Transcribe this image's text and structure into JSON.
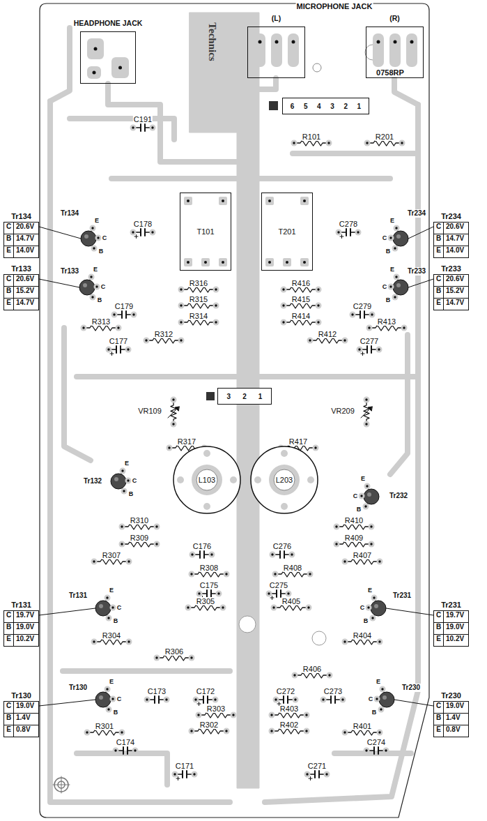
{
  "diagram": {
    "nodes": [
      {
        "text": [
          "HEADPHONE JACK"
        ]
      },
      {
        "text": [
          "(L)"
        ]
      },
      {
        "text": [
          "(R)"
        ]
      },
      {
        "text": [
          "6",
          "5",
          "4",
          "3",
          "2",
          "1"
        ]
      },
      {
        "text": [
          "T101"
        ]
      },
      {
        "text": [
          "T201"
        ]
      },
      {
        "text": [
          "Tr134",
          "C",
          "20.6V",
          "B",
          "14.7V",
          "E",
          "14.0V"
        ]
      },
      {
        "text": [
          "Tr234",
          "C",
          "20.6V",
          "B",
          "14.7V",
          "E",
          "14.0V"
        ]
      },
      {
        "text": [
          "Tr133",
          "C",
          "20.6V",
          "B",
          "15.2V",
          "E",
          "14.7V"
        ]
      },
      {
        "text": [
          "Tr233",
          "C",
          "20.6V",
          "B",
          "15.2V",
          "E",
          "14.7V"
        ]
      },
      {
        "text": [
          "3",
          "2",
          "1"
        ]
      },
      {
        "text": [
          "L103"
        ]
      },
      {
        "text": [
          "L203"
        ]
      },
      {
        "text": [
          "Tr131",
          "C",
          "19.7V",
          "B",
          "19.0V",
          "E",
          "10.2V"
        ]
      },
      {
        "text": [
          "Tr231",
          "C",
          "19.7V",
          "B",
          "19.0V",
          "E",
          "10.2V"
        ]
      },
      {
        "text": [
          "Tr130",
          "C",
          "19.0V",
          "B",
          "1.4V",
          "E",
          "0.8V"
        ]
      },
      {
        "text": [
          "Tr230",
          "C",
          "19.0V",
          "B",
          "1.4V",
          "E",
          "0.8V"
        ]
      }
    ],
    "labels": [
      "MICROPHONE JACK",
      "Technics",
      "C191",
      "R101",
      "R201",
      "0758RP",
      "Tr134",
      "E",
      "C",
      "B",
      "Tr234",
      "E",
      "C",
      "B",
      "Tr133",
      "E",
      "C",
      "B",
      "Tr233",
      "E",
      "C",
      "B",
      "Tr132",
      "E",
      "C",
      "B",
      "Tr232",
      "E",
      "C",
      "B",
      "Tr131",
      "E",
      "C",
      "B",
      "Tr231",
      "E",
      "C",
      "B",
      "Tr130",
      "E",
      "C",
      "B",
      "Tr230",
      "E",
      "C",
      "B",
      "C178",
      "C278",
      "R316",
      "R416",
      "C179",
      "R315",
      "R415",
      "C279",
      "R313",
      "R314",
      "R414",
      "R413",
      "C177",
      "R312",
      "R412",
      "C277",
      "VR109",
      "VR209",
      "R317",
      "R417",
      "R310",
      "R410",
      "R309",
      "R409",
      "R307",
      "R407",
      "C176",
      "C276",
      "R308",
      "R408",
      "C175",
      "C275",
      "R305",
      "R405",
      "R304",
      "R404",
      "R306",
      "R406",
      "C173",
      "C172",
      "C272",
      "C273",
      "R303",
      "R403",
      "R302",
      "R402",
      "R301",
      "R401",
      "C174",
      "C274",
      "C171",
      "C271"
    ]
  }
}
